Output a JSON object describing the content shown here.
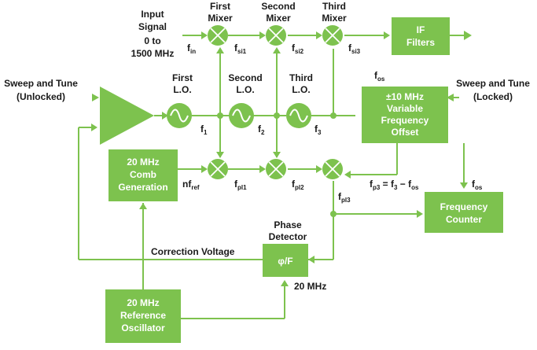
{
  "labels": {
    "input_signal": [
      "Input",
      "Signal",
      "0 to",
      "1500 MHz"
    ],
    "f_in": {
      "main": "f",
      "sub": "in"
    },
    "first_mixer": [
      "First",
      "Mixer"
    ],
    "second_mixer": [
      "Second",
      "Mixer"
    ],
    "third_mixer": [
      "Third",
      "Mixer"
    ],
    "f_si1": {
      "main": "f",
      "sub": "si1"
    },
    "f_si2": {
      "main": "f",
      "sub": "si2"
    },
    "f_si3": {
      "main": "f",
      "sub": "si3"
    },
    "if_filters": [
      "IF",
      "Filters"
    ],
    "sweep_unlocked": [
      "Sweep and Tune",
      "(Unlocked)"
    ],
    "sweep_locked": [
      "Sweep and Tune",
      "(Locked)"
    ],
    "first_lo": [
      "First",
      "L.O."
    ],
    "second_lo": [
      "Second",
      "L.O."
    ],
    "third_lo": [
      "Third",
      "L.O."
    ],
    "f1": {
      "main": "f",
      "sub": "1"
    },
    "f2": {
      "main": "f",
      "sub": "2"
    },
    "f3": {
      "main": "f",
      "sub": "3"
    },
    "f_os_top": {
      "main": "f",
      "sub": "os"
    },
    "offset_box": [
      "±10 MHz",
      "Variable",
      "Frequency",
      "Offset"
    ],
    "comb_gen": [
      "20 MHz",
      "Comb",
      "Generation"
    ],
    "nf_ref": {
      "main": "nf",
      "sub": "ref"
    },
    "f_pl1": {
      "main": "f",
      "sub": "pl1"
    },
    "f_pl2": {
      "main": "f",
      "sub": "pl2"
    },
    "f_pl3": {
      "main": "f",
      "sub": "pl3"
    },
    "fp3_eq": {
      "a": "f",
      "a_sub": "p3",
      "b": " = f",
      "b_sub": "3",
      "c": " − f",
      "c_sub": "os"
    },
    "f_os_right": {
      "main": "f",
      "sub": "os"
    },
    "freq_counter": [
      "Frequency",
      "Counter"
    ],
    "phase_detector": [
      "Phase",
      "Detector"
    ],
    "phase_box": "φ/F",
    "correction_voltage": "Correction Voltage",
    "mhz20": "20 MHz",
    "ref_osc": [
      "20 MHz",
      "Reference",
      "Oscillator"
    ]
  },
  "colors": {
    "block": "#7dc24e",
    "text": "#1a1a1a",
    "block_text": "#ffffff"
  }
}
